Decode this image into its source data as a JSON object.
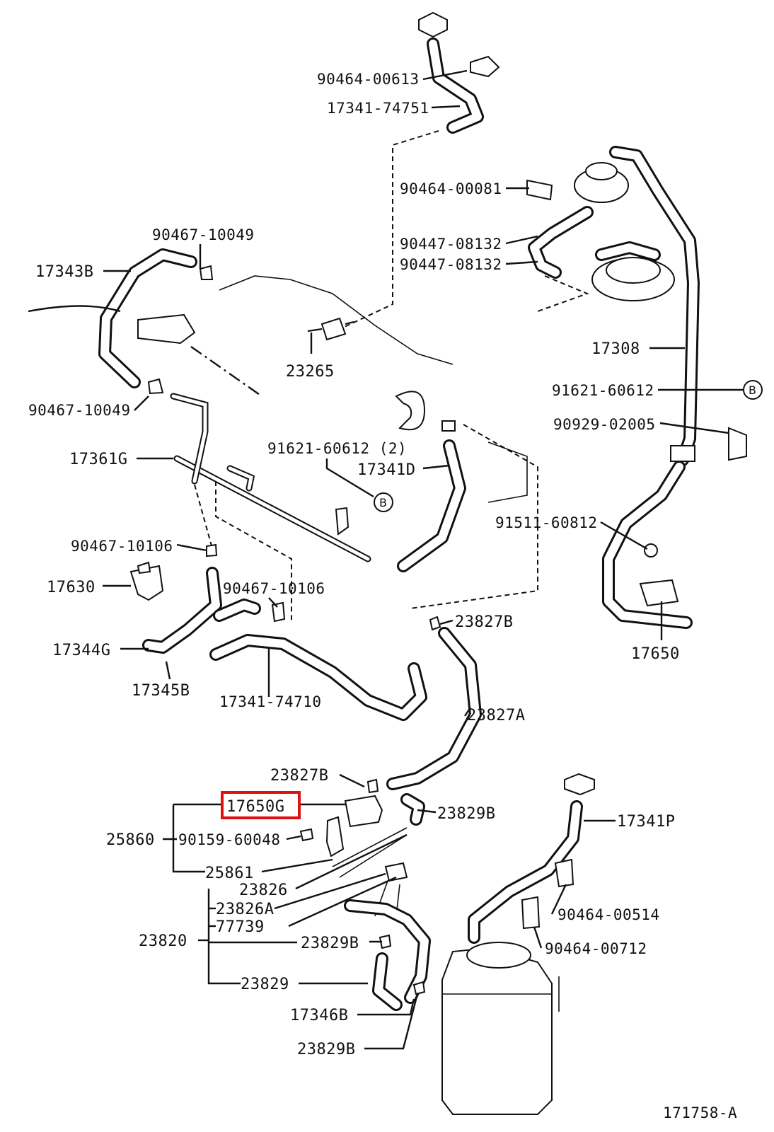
{
  "diagram_id": "171758-A",
  "highlighted_part": "17650G",
  "callout": "B",
  "parts": {
    "p90464_00613": "90464-00613",
    "p17341_74751": "17341-74751",
    "p90464_00081": "90464-00081",
    "p90447_08132_a": "90447-08132",
    "p90447_08132_b": "90447-08132",
    "p90467_10049_a": "90467-10049",
    "p17343B": "17343B",
    "p23265": "23265",
    "p17308": "17308",
    "p91621_60612": "91621-60612",
    "p90929_02005": "90929-02005",
    "p90467_10049_b": "90467-10049",
    "p17361G": "17361G",
    "p91621_60612_2": "91621-60612 (2)",
    "p17341D": "17341D",
    "p91511_60812": "91511-60812",
    "p90467_10106_a": "90467-10106",
    "p17630": "17630",
    "p90467_10106_b": "90467-10106",
    "p23827B_a": "23827B",
    "p17650": "17650",
    "p17344G": "17344G",
    "p17345B": "17345B",
    "p17341_74710": "17341-74710",
    "p23827A": "23827A",
    "p23827B_b": "23827B",
    "p17650G": "17650G",
    "p23829B_a": "23829B",
    "p25860": "25860",
    "p90159_60048": "90159-60048",
    "p17341P": "17341P",
    "p25861": "25861",
    "p23826": "23826",
    "p23826A": "23826A",
    "p90464_00514": "90464-00514",
    "p77739": "77739",
    "p23820": "23820",
    "p23829B_b": "23829B",
    "p90464_00712": "90464-00712",
    "p23829": "23829",
    "p17346B": "17346B",
    "p23829B_c": "23829B"
  }
}
